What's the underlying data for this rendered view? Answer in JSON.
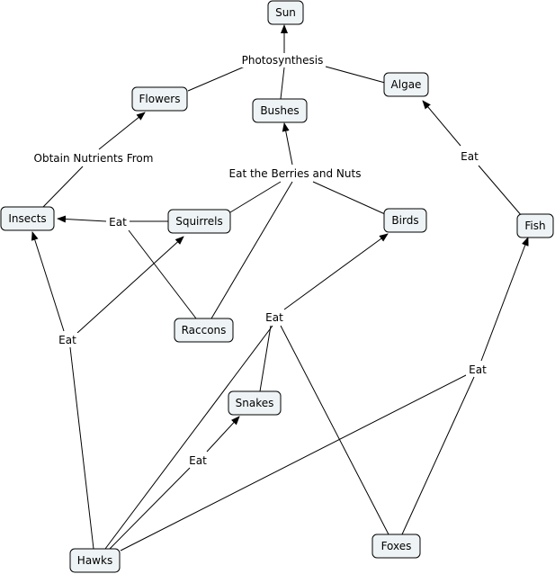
{
  "diagram": {
    "nodes": {
      "sun": "Sun",
      "flowers": "Flowers",
      "bushes": "Bushes",
      "algae": "Algae",
      "insects": "Insects",
      "squirrels": "Squirrels",
      "birds": "Birds",
      "fish": "Fish",
      "raccons": "Raccons",
      "snakes": "Snakes",
      "hawks": "Hawks",
      "foxes": "Foxes"
    },
    "links": {
      "photosynthesis": "Photosynthesis",
      "obtain": "Obtain Nutrients From",
      "eat_berries": "Eat the Berries and Nuts",
      "eat_fish_algae": "Eat",
      "eat_squirrels_insects": "Eat",
      "eat_birds_hub": "Eat",
      "eat_hawks_left": "Eat",
      "eat_hawks_snakes": "Eat",
      "eat_foxes_fish": "Eat"
    },
    "colors": {
      "node_fill": "#eef3f5",
      "stroke": "#000000"
    }
  }
}
